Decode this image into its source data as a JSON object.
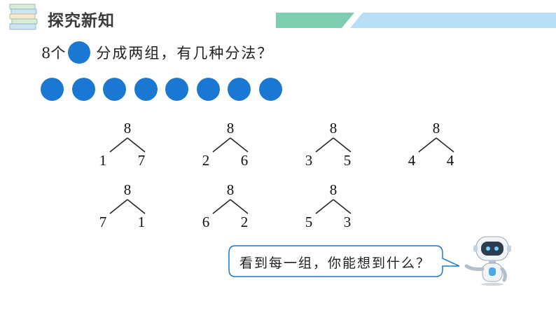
{
  "header": {
    "title": "探究新知"
  },
  "question": {
    "prefix": "8个",
    "text": "分成两组，有几种分法？"
  },
  "dots": {
    "count": 8,
    "color": "#1a78d2"
  },
  "trees": [
    {
      "total": "8",
      "left": "1",
      "right": "7"
    },
    {
      "total": "8",
      "left": "2",
      "right": "6"
    },
    {
      "total": "8",
      "left": "3",
      "right": "5"
    },
    {
      "total": "8",
      "left": "4",
      "right": "4"
    },
    {
      "total": "8",
      "left": "7",
      "right": "1"
    },
    {
      "total": "8",
      "left": "6",
      "right": "2"
    },
    {
      "total": "8",
      "left": "5",
      "right": "3"
    }
  ],
  "speech": {
    "text": "看到每一组，你能想到什么？"
  },
  "colors": {
    "banner_green": "#7ecdb0",
    "banner_blue": "#b9dff6",
    "accent": "#1a78d2"
  }
}
